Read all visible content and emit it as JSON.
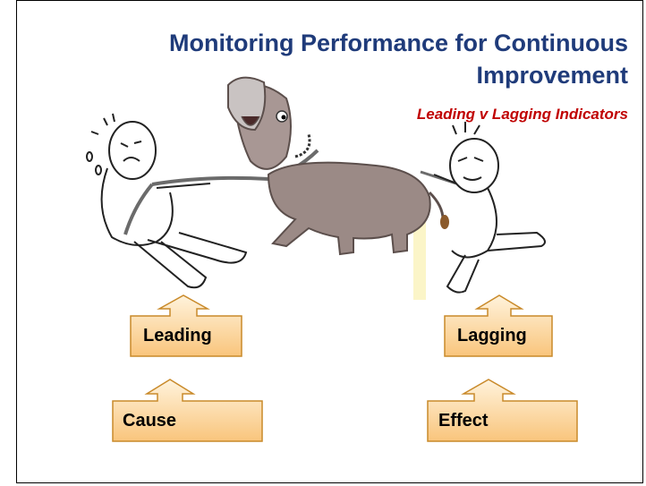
{
  "title": "Monitoring Performance for Continuous Improvement",
  "subtitle": "Leading v Lagging Indicators",
  "boxes": {
    "leading": "Leading",
    "lagging": "Lagging",
    "cause": "Cause",
    "effect": "Effect"
  },
  "colors": {
    "title": "#1f3b7a",
    "subtitle": "#c00000",
    "box_fill": "#fcd8a0",
    "box_stroke": "#c98a2a",
    "donkey": "#9b8a86"
  },
  "icons": [
    "person-pulling-left-icon",
    "donkey-icon",
    "rope-icon",
    "person-pulling-right-icon",
    "arrow-up-box-icon"
  ]
}
